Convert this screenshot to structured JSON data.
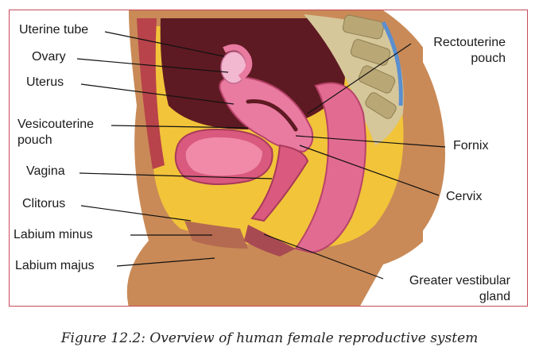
{
  "labels": {
    "uterine_tube": "Uterine tube",
    "ovary": "Ovary",
    "uterus": "Uterus",
    "vesicouterine_1": "Vesicouterine",
    "vesicouterine_2": "pouch",
    "vagina": "Vagina",
    "clitorus": "Clitorus",
    "labium_minus": "Labium minus",
    "labium_majus": "Labium majus",
    "rectouterine_1": "Rectouterine",
    "rectouterine_2": "pouch",
    "fornix": "Fornix",
    "cervix": "Cervix",
    "vestibular_1": "Greater vestibular",
    "vestibular_2": "gland"
  },
  "caption": "Figure 12.2: Overview of human female reproductive system",
  "colors": {
    "frame": "#c94a5a",
    "skin": "#c98a57",
    "fat": "#f2c43a",
    "muscle": "#b8434a",
    "organ_pink": "#e97aa0",
    "spine": "#d6c79a",
    "cavity": "#5e1a22"
  }
}
